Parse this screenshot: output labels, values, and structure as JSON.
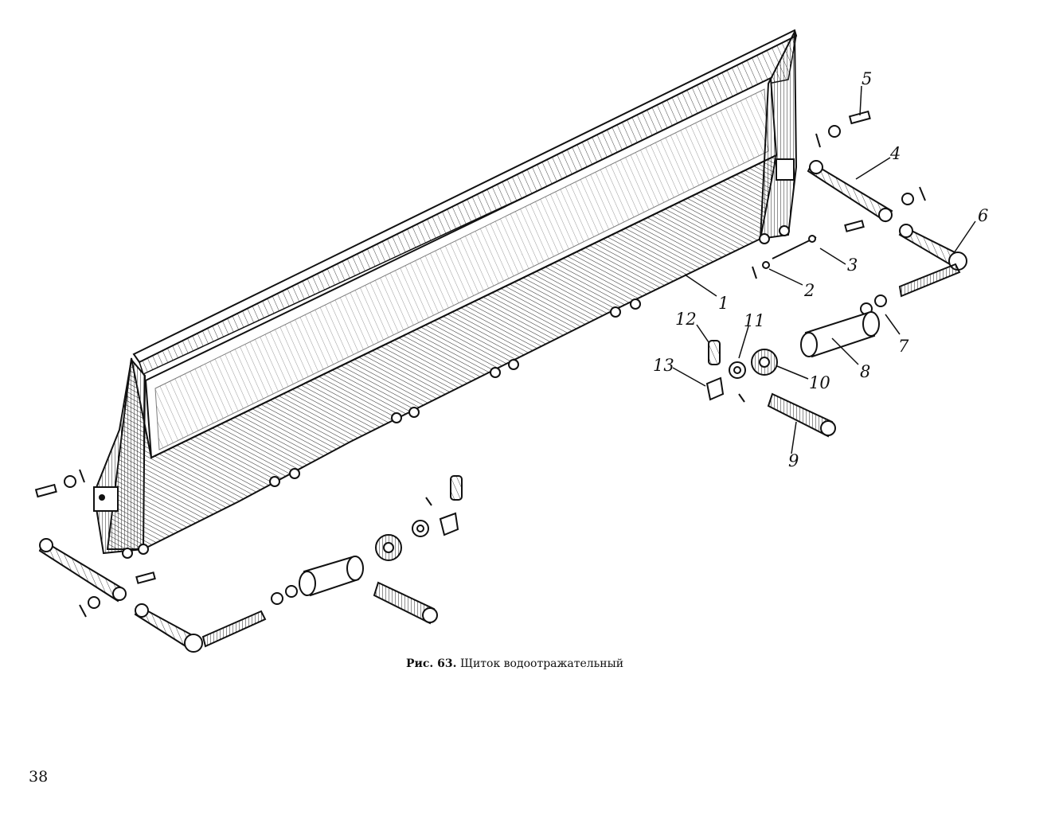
{
  "figure": {
    "caption_prefix": "Рис. 63.",
    "caption_text": " Щиток водоотражательный"
  },
  "callouts": {
    "n1": "1",
    "n2": "2",
    "n3": "3",
    "n4": "4",
    "n5": "5",
    "n6": "6",
    "n7": "7",
    "n8": "8",
    "n9": "9",
    "n10": "10",
    "n11": "11",
    "n12": "12",
    "n13": "13"
  },
  "page_number": "38"
}
